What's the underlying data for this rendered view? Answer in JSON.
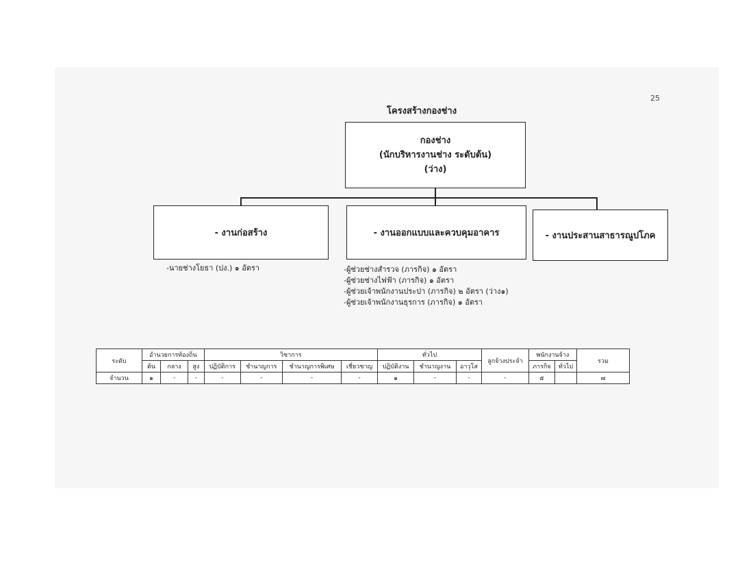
{
  "page_number": "25",
  "title": "โครงสร้างกองช่าง",
  "root": {
    "line1": "กองช่าง",
    "line2": "(นักบริหารงานช่าง ระดับต้น)",
    "line3": "(ว่าง)"
  },
  "units": [
    {
      "label": "- งานก่อสร้าง",
      "notes": [
        "-นายช่างโยธา (ปง.) ๑ อัตรา"
      ]
    },
    {
      "label": "- งานออกแบบและควบคุมอาคาร",
      "notes": [
        "-ผู้ช่วยช่างสำรวจ (ภารกิจ)   ๑  อัตรา",
        "-ผู้ช่วยช่างไฟฟ้า (ภารกิจ)     ๑  อัตรา",
        "-ผู้ช่วยเจ้าพนักงานประปา (ภารกิจ)  ๒  อัตรา (ว่าง๑)",
        "-ผู้ช่วยเจ้าพนักงานธุรการ (ภารกิจ)  ๑  อัตรา"
      ]
    },
    {
      "label": "- งานประสานสาธารณูปโภค",
      "notes": []
    }
  ],
  "table": {
    "level_label": "ระดับ",
    "group_admin": "อำนวยการท้องถิ่น",
    "group_academic": "วิชาการ",
    "group_general": "ทั่วไป",
    "regular_employee": "ลูกจ้างประจำ",
    "group_staff": "พนักงานจ้าง",
    "total_label": "รวม",
    "admin_cols": [
      "ต้น",
      "กลาง",
      "สูง"
    ],
    "academic_cols": [
      "ปฏิบัติการ",
      "ชำนาญการ",
      "ชำนาญการพิเศษ",
      "เชี่ยวชาญ"
    ],
    "general_cols": [
      "ปฏิบัติงาน",
      "ชำนาญงาน",
      "อาวุโส"
    ],
    "staff_cols": [
      "ภารกิจ",
      "ทั่วไป"
    ],
    "count_label": "จำนวน",
    "counts": [
      "๑",
      "-",
      "-",
      "-",
      "-",
      "-",
      "-",
      "๑",
      "-",
      "-",
      "-",
      "๕",
      "",
      "๗"
    ]
  }
}
